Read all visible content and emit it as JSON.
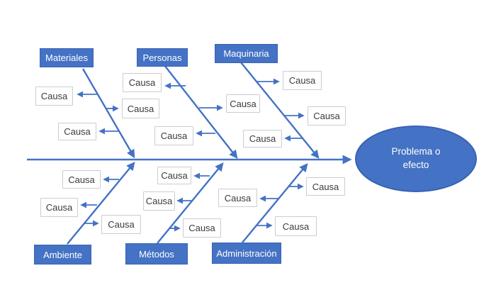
{
  "diagram": {
    "type": "fishbone",
    "effect": {
      "line1": "Problema o",
      "line2": "efecto"
    },
    "branches": [
      {
        "name": "Materiales",
        "side": "top",
        "causes": [
          "Causa",
          "Causa",
          "Causa"
        ]
      },
      {
        "name": "Personas",
        "side": "top",
        "causes": [
          "Causa",
          "Causa",
          "Causa"
        ]
      },
      {
        "name": "Maquinaria",
        "side": "top",
        "causes": [
          "Causa",
          "Causa",
          "Causa"
        ]
      },
      {
        "name": "Ambiente",
        "side": "bottom",
        "causes": [
          "Causa",
          "Causa",
          "Causa"
        ]
      },
      {
        "name": "Métodos",
        "side": "bottom",
        "causes": [
          "Causa",
          "Causa",
          "Causa"
        ]
      },
      {
        "name": "Administración",
        "side": "bottom",
        "causes": [
          "Causa",
          "Causa",
          "Causa"
        ]
      }
    ],
    "colors": {
      "accent": "#4472C4",
      "accent_border": "#3A62B4",
      "cause_border": "#C9CDD2",
      "cause_text": "#3B3B3B",
      "background": "#FFFFFF"
    }
  }
}
